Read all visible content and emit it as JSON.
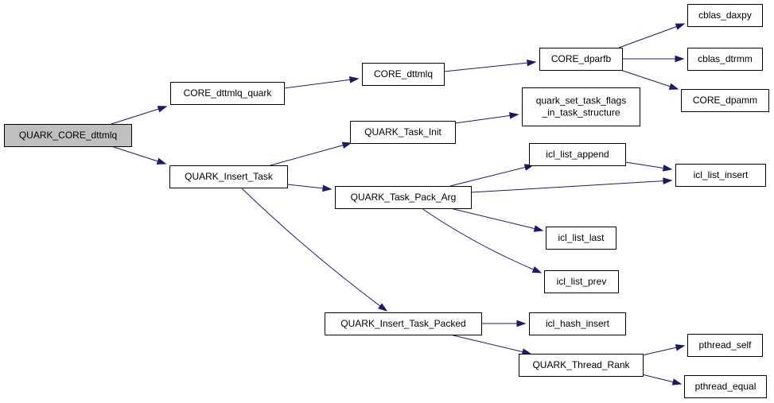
{
  "diagram": {
    "colors": {
      "node_fill": "#ffffff",
      "root_fill": "#bfbfbf",
      "node_border": "#000000",
      "edge": "#191970"
    },
    "nodes": [
      {
        "id": "root",
        "label": [
          "QUARK_CORE_dttmlq"
        ],
        "root": true
      },
      {
        "id": "core_dttmlq_quark",
        "label": [
          "CORE_dttmlq_quark"
        ]
      },
      {
        "id": "quark_insert_task",
        "label": [
          "QUARK_Insert_Task"
        ]
      },
      {
        "id": "core_dttmlq",
        "label": [
          "CORE_dttmlq"
        ]
      },
      {
        "id": "quark_task_init",
        "label": [
          "QUARK_Task_Init"
        ]
      },
      {
        "id": "quark_task_pack_arg",
        "label": [
          "QUARK_Task_Pack_Arg"
        ]
      },
      {
        "id": "quark_insert_task_packed",
        "label": [
          "QUARK_Insert_Task_Packed"
        ]
      },
      {
        "id": "core_dparfb",
        "label": [
          "CORE_dparfb"
        ]
      },
      {
        "id": "quark_set_task_flags",
        "label": [
          "quark_set_task_flags",
          "_in_task_structure"
        ]
      },
      {
        "id": "icl_list_append",
        "label": [
          "icl_list_append"
        ]
      },
      {
        "id": "icl_list_last",
        "label": [
          "icl_list_last"
        ]
      },
      {
        "id": "icl_list_prev",
        "label": [
          "icl_list_prev"
        ]
      },
      {
        "id": "icl_hash_insert",
        "label": [
          "icl_hash_insert"
        ]
      },
      {
        "id": "quark_thread_rank",
        "label": [
          "QUARK_Thread_Rank"
        ]
      },
      {
        "id": "cblas_daxpy",
        "label": [
          "cblas_daxpy"
        ]
      },
      {
        "id": "cblas_dtrmm",
        "label": [
          "cblas_dtrmm"
        ]
      },
      {
        "id": "core_dpamm",
        "label": [
          "CORE_dpamm"
        ]
      },
      {
        "id": "icl_list_insert",
        "label": [
          "icl_list_insert"
        ]
      },
      {
        "id": "pthread_self",
        "label": [
          "pthread_self"
        ]
      },
      {
        "id": "pthread_equal",
        "label": [
          "pthread_equal"
        ]
      }
    ],
    "edges": [
      {
        "from": "root",
        "to": "core_dttmlq_quark"
      },
      {
        "from": "root",
        "to": "quark_insert_task"
      },
      {
        "from": "core_dttmlq_quark",
        "to": "core_dttmlq"
      },
      {
        "from": "core_dttmlq",
        "to": "core_dparfb"
      },
      {
        "from": "core_dparfb",
        "to": "cblas_daxpy"
      },
      {
        "from": "core_dparfb",
        "to": "cblas_dtrmm"
      },
      {
        "from": "core_dparfb",
        "to": "core_dpamm"
      },
      {
        "from": "quark_insert_task",
        "to": "quark_task_init"
      },
      {
        "from": "quark_insert_task",
        "to": "quark_task_pack_arg"
      },
      {
        "from": "quark_insert_task",
        "to": "quark_insert_task_packed"
      },
      {
        "from": "quark_task_init",
        "to": "quark_set_task_flags"
      },
      {
        "from": "quark_task_pack_arg",
        "to": "icl_list_append"
      },
      {
        "from": "quark_task_pack_arg",
        "to": "icl_list_insert"
      },
      {
        "from": "quark_task_pack_arg",
        "to": "icl_list_last"
      },
      {
        "from": "quark_task_pack_arg",
        "to": "icl_list_prev"
      },
      {
        "from": "icl_list_append",
        "to": "icl_list_insert"
      },
      {
        "from": "quark_insert_task_packed",
        "to": "icl_hash_insert"
      },
      {
        "from": "quark_insert_task_packed",
        "to": "quark_thread_rank"
      },
      {
        "from": "quark_thread_rank",
        "to": "pthread_self"
      },
      {
        "from": "quark_thread_rank",
        "to": "pthread_equal"
      }
    ]
  }
}
